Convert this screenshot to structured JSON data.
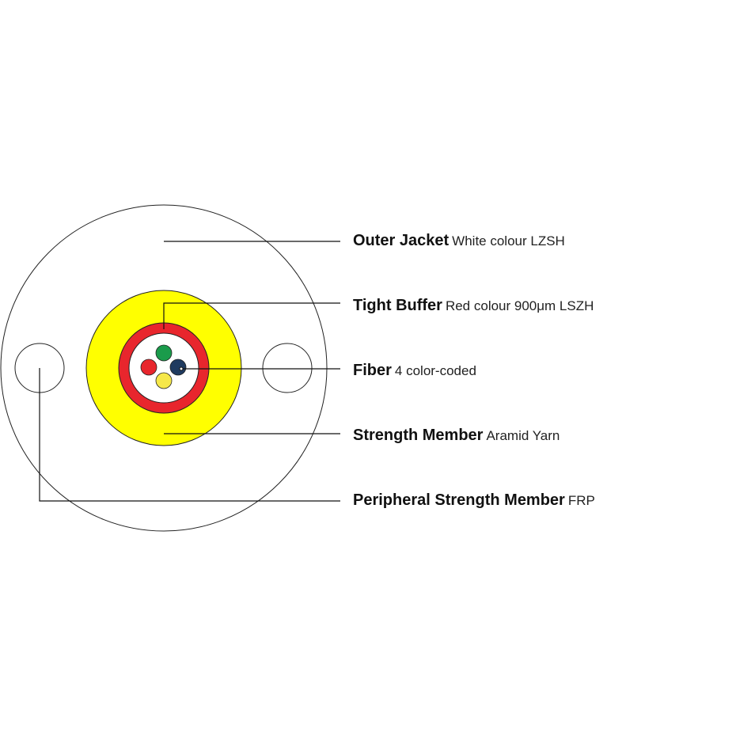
{
  "colors": {
    "jacket": "#ffffff",
    "aramid_yarn": "#ffff00",
    "tight_buffer": "#e8262d",
    "fiber_green": "#1a9b4b",
    "fiber_blue": "#1f3a5f",
    "fiber_yellow": "#f6e84a",
    "fiber_red": "#e8262d",
    "outline": "#222222"
  },
  "icons": {
    "cable_cross_section": "cable-cross-section-icon"
  },
  "labels": [
    {
      "name": "Outer Jacket",
      "desc": "White colour LZSH"
    },
    {
      "name": "Tight Buffer",
      "desc": "Red colour 900μm LSZH"
    },
    {
      "name": "Fiber",
      "desc": "4 color-coded"
    },
    {
      "name": "Strength Member",
      "desc": "Aramid Yarn"
    },
    {
      "name": "Peripheral Strength Member",
      "desc": "FRP"
    }
  ]
}
